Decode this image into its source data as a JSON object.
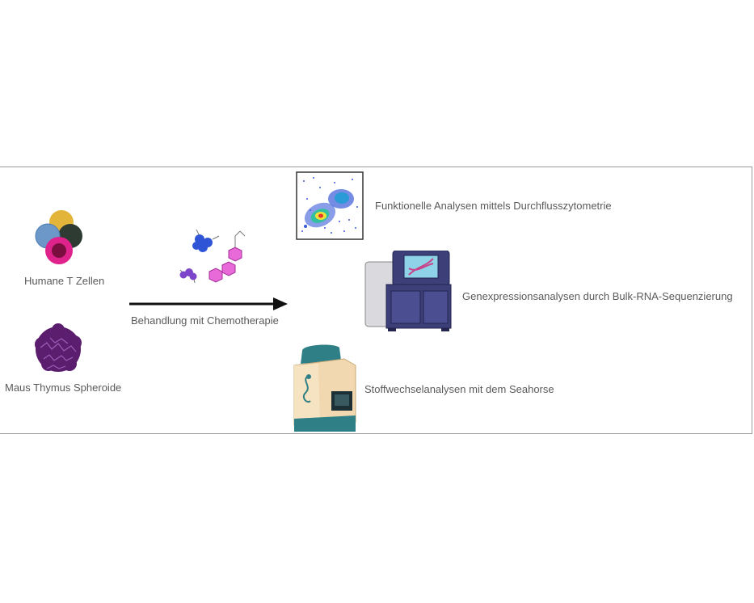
{
  "labels": {
    "human_t_cells": "Humane T Zellen",
    "mouse_thymus_spheroids": "Maus Thymus Spheroide",
    "treatment": "Behandlung mit Chemotherapie",
    "flow_cytometry": "Funktionelle Analysen mittels Durchflusszytometrie",
    "bulk_rna_seq": "Genexpressionsanalysen durch Bulk-RNA-Sequenzierung",
    "seahorse": "Stoffwechselanalysen mit dem Seahorse"
  },
  "colors": {
    "cell_yellow": "#e2b43a",
    "cell_dark": "#2e3b33",
    "cell_blue": "#6b98c9",
    "cell_magenta": "#e0238c",
    "spheroid": "#5b1d6e",
    "molecule_blue": "#2f55d6",
    "molecule_pink": "#e74fd8",
    "sequencer": "#3c3f78",
    "seahorse_teal": "#2f7f86",
    "seahorse_cream": "#f1d8b0"
  }
}
